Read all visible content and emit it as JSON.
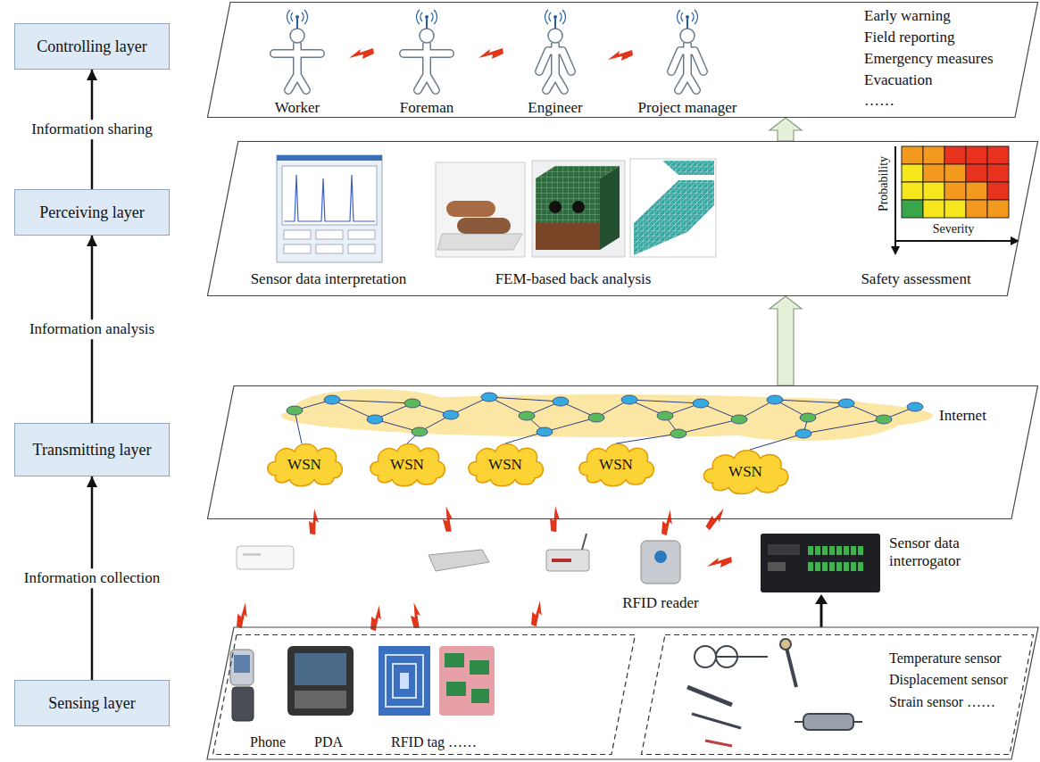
{
  "diagram": {
    "nodes": [
      {
        "text": [
          "Controlling layer"
        ]
      },
      {
        "text": [
          "Perceiving layer"
        ]
      },
      {
        "text": [
          "Transmitting layer"
        ]
      },
      {
        "text": [
          "Sensing layer"
        ]
      },
      {
        "text": [
          "Worker",
          "Foreman",
          "Engineer",
          "Project manager",
          "Early warning",
          "Field reporting",
          "Emergency measures",
          "Evacuation",
          "……"
        ]
      },
      {
        "text": [
          "Sensor data interpretation",
          "FEM-based back analysis",
          "Safety assessment"
        ]
      },
      {
        "text": [
          "Internet"
        ]
      },
      {
        "text": [
          "WSN"
        ],
        "in": 6
      },
      {
        "text": [
          "WSN"
        ],
        "in": 6
      },
      {
        "text": [
          "WSN"
        ],
        "in": 6
      },
      {
        "text": [
          "WSN"
        ],
        "in": 6
      },
      {
        "text": [
          "WSN"
        ],
        "in": 6
      },
      {
        "text": [
          "Phone",
          "PDA",
          "RFID tag ……"
        ]
      },
      {
        "text": [
          "Temperature sensor",
          "Displacement sensor",
          "Strain sensor ……"
        ]
      }
    ],
    "edges": [
      {
        "from": 3,
        "to": 2,
        "arrow": "to",
        "label": "Information collection"
      },
      {
        "from": 2,
        "to": 1,
        "arrow": "to",
        "label": "Information analysis"
      },
      {
        "from": 1,
        "to": 0,
        "arrow": "to",
        "label": "Information sharing"
      },
      {
        "from": 6,
        "to": 5,
        "arrow": "to"
      },
      {
        "from": 5,
        "to": 4,
        "arrow": "to"
      }
    ],
    "labels": [
      "Probability",
      "Severity",
      "RFID reader",
      "Sensor data interrogator"
    ]
  }
}
